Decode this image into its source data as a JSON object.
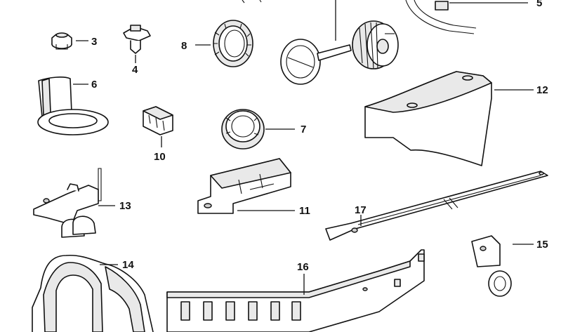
{
  "diagram": {
    "callouts": [
      {
        "id": "3",
        "label": "3"
      },
      {
        "id": "4",
        "label": "4"
      },
      {
        "id": "5",
        "label": "5"
      },
      {
        "id": "6",
        "label": "6"
      },
      {
        "id": "7",
        "label": "7"
      },
      {
        "id": "8",
        "label": "8"
      },
      {
        "id": "10",
        "label": "10"
      },
      {
        "id": "11",
        "label": "11"
      },
      {
        "id": "12",
        "label": "12"
      },
      {
        "id": "13",
        "label": "13"
      },
      {
        "id": "14",
        "label": "14"
      },
      {
        "id": "15",
        "label": "15"
      },
      {
        "id": "16",
        "label": "16"
      },
      {
        "id": "17",
        "label": "17"
      }
    ]
  }
}
